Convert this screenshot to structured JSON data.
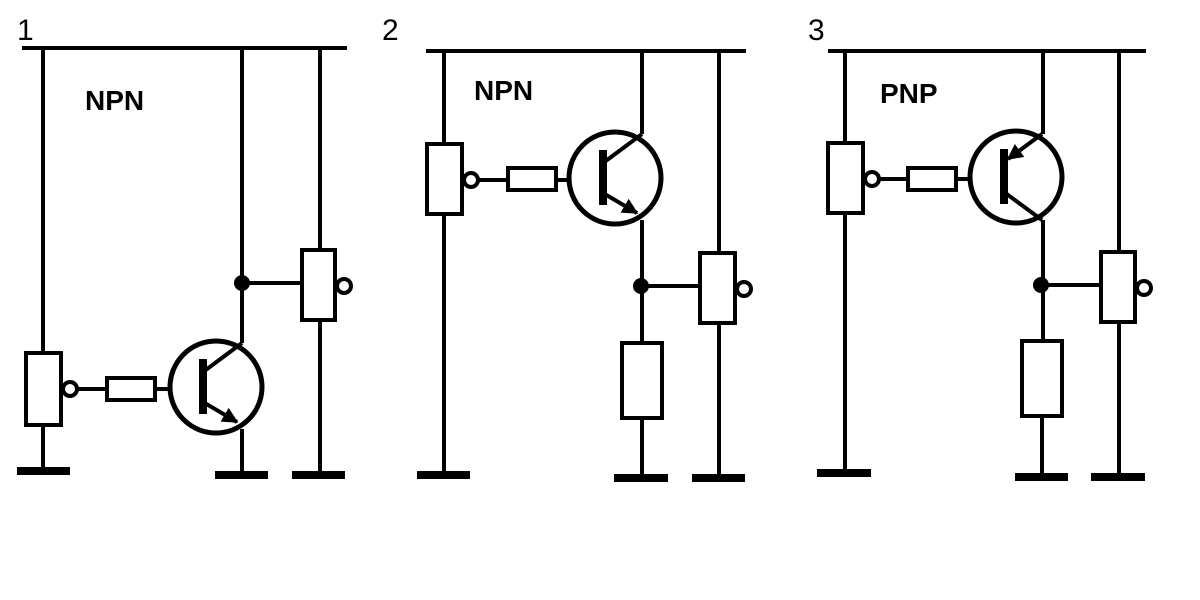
{
  "circuits": [
    {
      "number": "1",
      "type": "NPN"
    },
    {
      "number": "2",
      "type": "NPN"
    },
    {
      "number": "3",
      "type": "PNP"
    }
  ]
}
